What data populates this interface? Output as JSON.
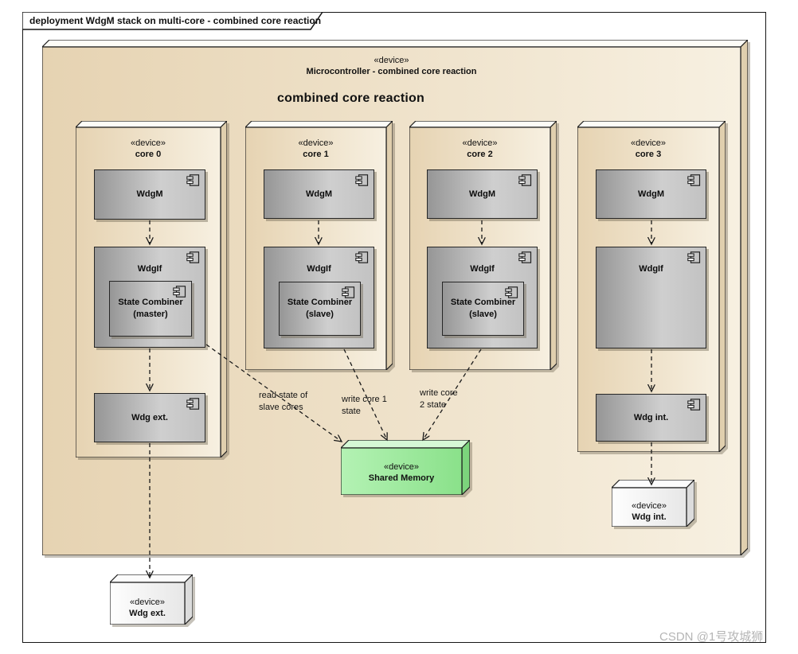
{
  "frame": {
    "title": "deployment WdgM stack on multi-core - combined core reaction"
  },
  "microcontroller": {
    "stereotype": "«device»",
    "name": "Microcontroller - combined core reaction",
    "heading": "combined core reaction"
  },
  "cores": [
    {
      "stereotype": "«device»",
      "name": "core 0",
      "wdgm": "WdgM",
      "wdgif": "WdgIf",
      "combiner": [
        "State Combiner",
        "(master)"
      ],
      "extra": "Wdg ext."
    },
    {
      "stereotype": "«device»",
      "name": "core 1",
      "wdgm": "WdgM",
      "wdgif": "WdgIf",
      "combiner": [
        "State Combiner",
        "(slave)"
      ]
    },
    {
      "stereotype": "«device»",
      "name": "core 2",
      "wdgm": "WdgM",
      "wdgif": "WdgIf",
      "combiner": [
        "State Combiner",
        "(slave)"
      ]
    },
    {
      "stereotype": "«device»",
      "name": "core 3",
      "wdgm": "WdgM",
      "wdgif": "WdgIf",
      "extra": "Wdg int."
    }
  ],
  "shared_memory": {
    "stereotype": "«device»",
    "name": "Shared Memory"
  },
  "wdg_int_node": {
    "stereotype": "«device»",
    "name": "Wdg int."
  },
  "wdg_ext_node": {
    "stereotype": "«device»",
    "name": "Wdg ext."
  },
  "edge_labels": {
    "read_state": [
      "read state of",
      "slave cores"
    ],
    "write_core1": [
      "write core 1",
      "state"
    ],
    "write_core2": [
      "write core",
      "2 state"
    ]
  },
  "watermark": "CSDN @1号攻城狮",
  "colors": {
    "device_fill": "#e9d8ba",
    "component_fill": "#b5b5b5",
    "shared_memory_fill": "#9ce89c",
    "node_fill": "#f4f4f4",
    "edge_color": "#1a1a1a"
  }
}
